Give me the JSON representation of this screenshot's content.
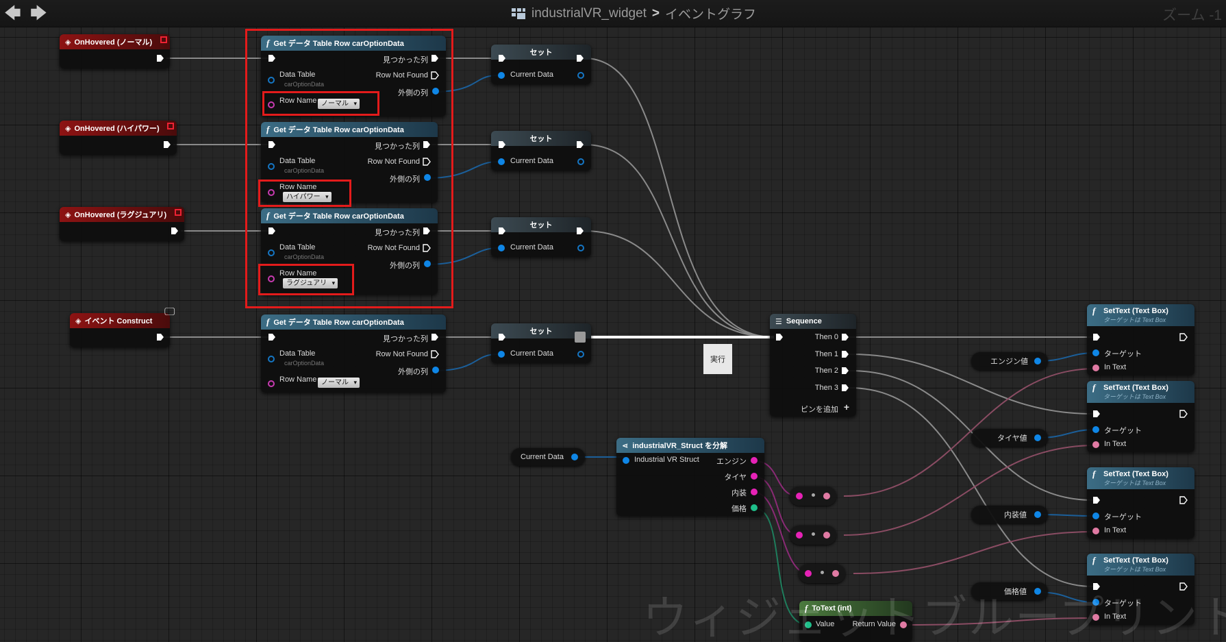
{
  "toolbar": {
    "back_icon": "left-arrow-icon",
    "forward_icon": "right-arrow-icon",
    "breadcrumb_widget": "industrialVR_widget",
    "breadcrumb_sep": ">",
    "breadcrumb_graph": "イベントグラフ",
    "zoom_label": "ズーム -1"
  },
  "events": [
    {
      "title": "OnHovered (ノーマル)"
    },
    {
      "title": "OnHovered (ハイパワー)"
    },
    {
      "title": "OnHovered (ラグジュアリ)"
    },
    {
      "title": "イベント Construct"
    }
  ],
  "get_rows": [
    {
      "title": "Get データ Table Row carOptionData",
      "found": "見つかった列",
      "not_found": "Row Not Found",
      "data_table": "Data Table",
      "data_table_value": "carOptionData",
      "out_row": "外側の列",
      "row_name": "Row Name",
      "row_value": "ノーマル"
    },
    {
      "title": "Get データ Table Row carOptionData",
      "found": "見つかった列",
      "not_found": "Row Not Found",
      "data_table": "Data Table",
      "data_table_value": "carOptionData",
      "out_row": "外側の列",
      "row_name": "Row Name",
      "row_value": "ハイパワー"
    },
    {
      "title": "Get データ Table Row carOptionData",
      "found": "見つかった列",
      "not_found": "Row Not Found",
      "data_table": "Data Table",
      "data_table_value": "carOptionData",
      "out_row": "外側の列",
      "row_name": "Row Name",
      "row_value": "ラグジュアリ"
    },
    {
      "title": "Get データ Table Row carOptionData",
      "found": "見つかった列",
      "not_found": "Row Not Found",
      "data_table": "Data Table",
      "data_table_value": "carOptionData",
      "out_row": "外側の列",
      "row_name": "Row Name",
      "row_value": "ノーマル"
    }
  ],
  "set_nodes": [
    {
      "title": "セット",
      "pin": "Current Data"
    },
    {
      "title": "セット",
      "pin": "Current Data"
    },
    {
      "title": "セット",
      "pin": "Current Data"
    },
    {
      "title": "セット",
      "pin": "Current Data"
    }
  ],
  "comment": "実行",
  "sequence": {
    "title": "Sequence",
    "then": [
      "Then 0",
      "Then 1",
      "Then 2",
      "Then 3"
    ],
    "add_pin": "ピンを追加"
  },
  "current_data_var": "Current Data",
  "break_struct": {
    "title": "industrialVR_Struct を分解",
    "input": "Industrial VR Struct",
    "outputs": [
      "エンジン",
      "タイヤ",
      "内装",
      "価格"
    ]
  },
  "to_text": {
    "title": "ToText (int)",
    "value": "Value",
    "return": "Return Value"
  },
  "value_vars": [
    "エンジン値",
    "タイヤ値",
    "内装値",
    "価格値"
  ],
  "set_text": [
    {
      "title": "SetText (Text Box)",
      "subtitle": "ターゲットは Text Box",
      "target": "ターゲット",
      "in_text": "In Text"
    },
    {
      "title": "SetText (Text Box)",
      "subtitle": "ターゲットは Text Box",
      "target": "ターゲット",
      "in_text": "In Text"
    },
    {
      "title": "SetText (Text Box)",
      "subtitle": "ターゲットは Text Box",
      "target": "ターゲット",
      "in_text": "In Text"
    },
    {
      "title": "SetText (Text Box)",
      "subtitle": "ターゲットは Text Box",
      "target": "ターゲット",
      "in_text": "In Text"
    }
  ],
  "watermark": "ウィジェットブループリント",
  "colors": {
    "exec": "#ffffff",
    "struct": "#0f86e6",
    "string": "#e622b6",
    "int": "#1fbf8a",
    "text": "#e07aa3",
    "highlight": "#e31b1b"
  }
}
